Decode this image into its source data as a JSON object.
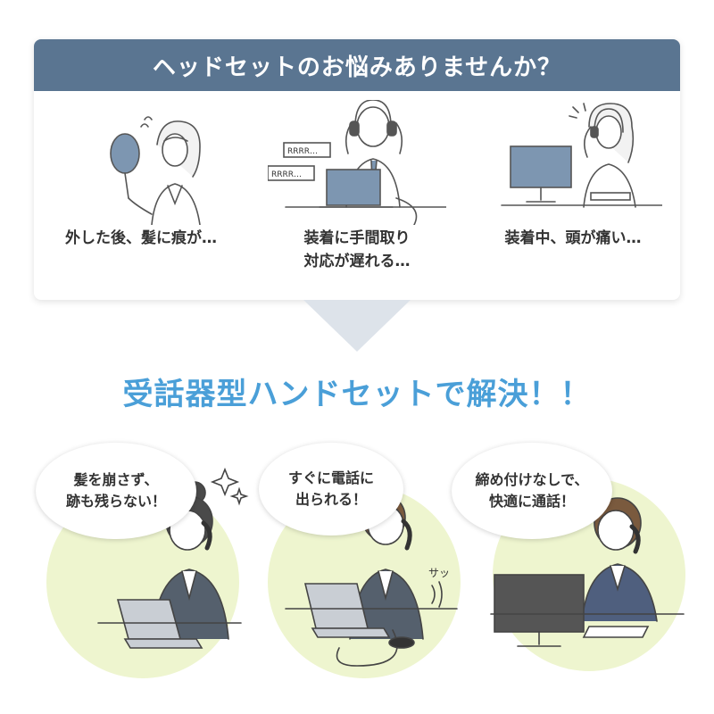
{
  "problem_panel": {
    "title": "ヘッドセットのお悩みありませんか？",
    "items": [
      {
        "caption_lines": [
          "外した後、髪に痕が…"
        ]
      },
      {
        "caption_lines": [
          "装着に手間取り",
          "対応が遅れる…"
        ],
        "labels": [
          "RRRR…",
          "RRRR…"
        ]
      },
      {
        "caption_lines": [
          "装着中、頭が痛い…"
        ]
      }
    ]
  },
  "solution_title": "受話器型ハンドセットで解決！！",
  "benefits": [
    {
      "bubble_lines": [
        "髪を崩さず、",
        "跡も残らない！"
      ]
    },
    {
      "bubble_lines": [
        "すぐに電話に",
        "出られる！"
      ],
      "sfx": "サッ"
    },
    {
      "bubble_lines": [
        "締め付けなしで、",
        "快適に通話！"
      ]
    }
  ],
  "colors": {
    "header_bg": "#5a7591",
    "solution_blue": "#4a9fd8",
    "circle_bg": "#eef5cf",
    "arrow": "#dde3ea",
    "monitor": "#7d96b1"
  }
}
